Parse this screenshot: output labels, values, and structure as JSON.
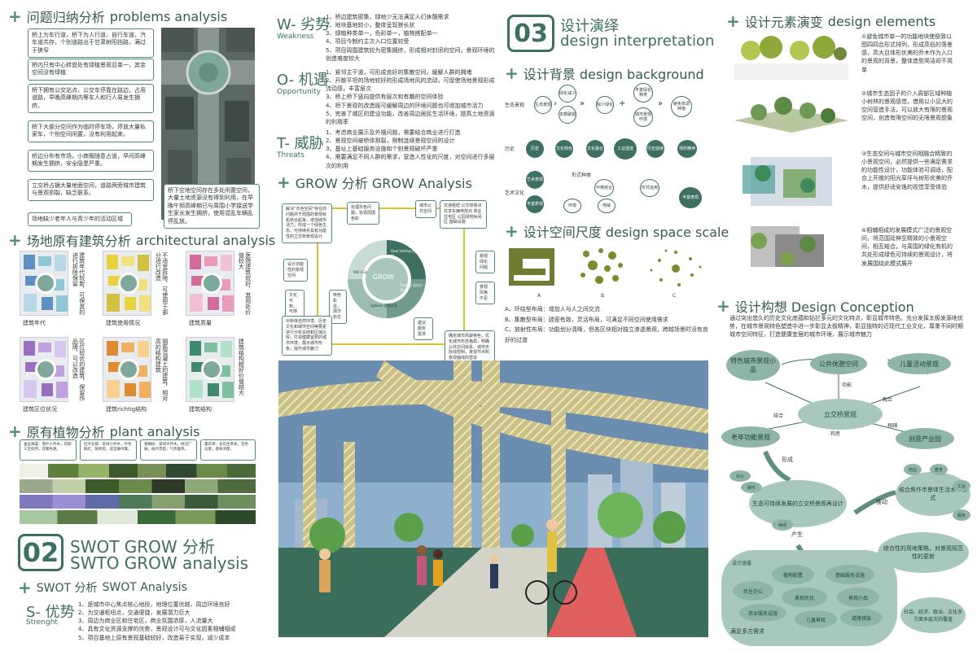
{
  "problems": {
    "title_cn": "问题归纳分析",
    "title_en": "problems analysis",
    "notes": [
      "桥上为车行道，桥下为人行道、自行车道，汽车道共存，个别道路出于甘肃树阳挡路，满过于狭窄",
      "桥内只有中心转盘处有绿植景观且单一，其余空间没有绿植",
      "桥下拥有公交站点，公交车停靠在路边，占用道路，早晚高峰期内等车人和行人易发生拥挤。",
      "桥下大部分空间作为临时停车场，停放大量私家车，个别空间闲置，没有利用起来。",
      "桥边分布有市场，小商贩随意占道，早间高峰期发生拥挤，安全隐患严重。",
      "立交桥占据大量地面空间，道路两旁城市建筑与景观割裂，缺乏联系。",
      "场地缺少老年人与青少年的活动区域",
      "桥下空地空间存在多处闲置空间，大量土地资源没有得到利用，在早晚午频高峰期已与周围小学接送学生家长发生拥挤，使用混乱车辆乱停乱放。"
    ]
  },
  "architecture": {
    "title_cn": "场地原有建筑分析",
    "title_en": "architectural analysis",
    "maps": [
      {
        "caption": "建筑年代",
        "side": "建筑年代较新，可保其的进行拆除保留"
      },
      {
        "caption": "建筑使用情况",
        "side": "不适宜拆除，可使用于部分进行改造"
      },
      {
        "caption": "建筑质量",
        "side": "医院建筑较好，其用处价值较大"
      },
      {
        "caption": "建筑区位状况",
        "side": "区位较优的建筑，保留作品牌，可以改造"
      },
      {
        "caption": "建筑richtig结构",
        "side": "钢筋混凝土的建筑，相对高的结构建筑"
      },
      {
        "caption": "建筑结构",
        "side": "建筑结构越好价值越大"
      }
    ]
  },
  "plant": {
    "title_cn": "原有植物分析",
    "title_en": "plant analysis",
    "boxes": [
      "垂丝海棠：落叶小乔木，花期三至四月，花繁色艳。",
      "红叶石楠：常绿小乔木，叶色鲜红，耐修剪，适宜做绿篱。",
      "香樟树：常绿大乔木，树冠广展，枝叶茂密，气势雄伟。",
      "薰衣草：多年生草本，花色淡紫，香味浓郁。"
    ]
  },
  "swot": {
    "num": "02",
    "title_cn": "SWOT GROW 分析",
    "title_en": "SWTO GROW analysis",
    "sub_cn": "SWOT 分析",
    "sub_en": "SWOT Analysis",
    "s": {
      "cn": "S- 优势",
      "en": "Strenght",
      "items": [
        "1、是城市中心焦点核心地段，地理位置优越，周边环境良好",
        "2、为交通枢纽点，交通便捷，发展潜力巨大",
        "3、周边为商业区和住宅区，商业氛围浓厚，人流量大",
        "4、具有文化资源支撑的优势，景观设计可与文化因素相辅相成",
        "5、项目基地上原有景观基础较好，改造易于实现，减少成本"
      ]
    },
    "w": {
      "cn": "W- 劣势",
      "en": "Weakness",
      "items": [
        "1、桥边建筑密集，绿地少无法满足人们休憩需求",
        "2、地块基地较小，整体呈现狭长状",
        "3、绿植种类单一，色彩单一，植物搭配单一",
        "4、项目今制约主次入口位置较受",
        "5、项目周围建筑较为密集拥挤，形成相对封闭的空间，景观环境的创造难度较大"
      ]
    },
    "o": {
      "cn": "O- 机遇",
      "en": "Opportunity",
      "items": [
        "1、紧邻主干道，可形成良好的集散空间，缓解人群的拥堵",
        "2、开敞平坦的场地较好的形成场地风的流动，可促使场地景观形成流动感，丰富层次",
        "3、桥上桥下竖向提供有层次和有趣的空间体验",
        "4、桥下景观的改造既可缓解周边的环境问题也可增加城市活力",
        "5、完善了城区的建设功能，改善周边居民生活环境，提高土地资源的利用率"
      ]
    },
    "t": {
      "cn": "T- 威胁",
      "en": "Threats",
      "items": [
        "1、考虑商业展示及外摆问题，需要结合商业进行打造",
        "2、景观空间被桥体割裂，限制连续景观空间的设计",
        "3、基址上基础服务设施和个别景观破坏严重",
        "4、需要满足不同人群的需求，营造人性化的尺度，对空间进行多层次的利用"
      ]
    }
  },
  "grow": {
    "title": "GROW 分析 GROW Analysis",
    "center": "GROW",
    "steps": [
      "Goal Setting 目标设定",
      "Reality 现实分析",
      "Options 选项方案",
      "Will 行动"
    ],
    "boxes": [
      "解决“灰色空间”存在的问题并于周围的景观有机结合起来，增加城市活力，形成一个绿色生态、可持续并具有功能性的立交桥景观设计",
      "处理灰色问题，协调周围色彩",
      "城市公共空间",
      "交通枢纽 公交停靠点 共享车辆停放点 商业住宅区 公园绿地休闲区 基础设施",
      "景观绿化问题",
      "景观风格不足",
      "建议服务需求",
      "确定城市风貌特色，优化城市形态格局，明确公共空间体系，城市天际线控制，景观节点和景观轴线的营造",
      "设计功能性的景观空间",
      "文化可知，可感",
      "特色彰显，城市标志",
      "对桥体自然环境、历史文化和城市空间等要素进行分析总结和区域比较，打造健康宜居的城市环境，展示城市形象，提升城市魅力"
    ]
  },
  "design": {
    "num": "03",
    "title_cn": "设计演绎",
    "title_en": "design interpretation",
    "bg_title": "设计背景 design background",
    "rows": [
      {
        "label": "生态景观",
        "items": [
          "生态景观",
          "绿化减少",
          "多数破损",
          "缺少绿化",
          "丰富绿化种类",
          "城市景观环境",
          "避免单调种植",
          "屏蔽噪声",
          "环境生态"
        ]
      },
      {
        "label": "历史",
        "items": [
          "历史",
          "文化特色",
          "文化融合",
          "工业遗迹",
          "历史延续",
          "场所精神"
        ]
      },
      {
        "label": "艺术文化",
        "items": [
          "艺术表现",
          "形式种类",
          "中英结合",
          "形式运用",
          "丰富表现",
          "环境",
          "地域"
        ]
      }
    ],
    "scale_title": "设计空间尺度 design space scale",
    "scale_labels": [
      "A",
      "B",
      "C"
    ],
    "scale_notes": [
      "A、环绕型布局：增加人与人之间交流",
      "B、集散型布局：疏密有致，灵活布局，可满足不同空间使用需求",
      "C、放射性布局：功能划分清晰，但各区块相对独立渗透景观，跨越场景时没有良好的过渡"
    ]
  },
  "elements": {
    "title_cn": "设计元素演变",
    "title_en": "design elements",
    "items": [
      "①避免城市单一的功能地块使极致以图四四合形式排列，形成高低的落差感，高大且体形优美的乔木作为入口的景观的背景，整体造型简洁却不简单",
      "②城市生态因子的介入周部区域种植小树林的景观感觉，借用以小见大的空间营造手法，可以放大有限的景观空间，创造有限空间的无限景观想象",
      "③生态空间与城市空间相融合精致的小景观空间，必然提供一些满足需求的功能性设计，功能体验可调适，配合上开敞的阳光草坪与树形优美的乔木，提供舒适安逸的视觉享受体验",
      "④相辅相成的发展模式广泛的景观空间，将范围延伸至精致的小景观空间，相互结合，与周围的绿化有机的共处形成绿色可持续的景观设计，将发展围绕此模式展开"
    ]
  },
  "conception": {
    "title": "设计构想 Design Conception",
    "intro": "通过突出悠久的历史文化底蕴和钻拦多元的文化特点，彰显城市特色。充分发挥太极发源地优势，在城市景观特色塑造中进一步彰显太极精神，彰显独特的近现代工业文化，尊重不同时期城市空间特征，打造健康宜居的城市环境，展示城市魅力",
    "center": "立交桥景观",
    "nodes": [
      "公共休憩空间",
      "儿童活动景观",
      "创意产业园",
      "老年功能景观",
      "特色城市景观小品"
    ],
    "link_words": [
      "功能",
      "融合",
      "构思",
      "相辅",
      "结合"
    ],
    "labels": [
      "形成",
      "推动",
      "产生"
    ],
    "mid_left": "生态可持续发展的立交桥景观再设计",
    "mid_right": "结合焦作市景体生活水平模式",
    "bottom_left": "满足多方需求",
    "bottom_right": "综合性的用地策略，对景观规范性的更新",
    "bottom_far": "社会、经济、政治、文化多方面多层次的覆盖",
    "small": [
      "设计涵盖",
      "植物配置",
      "基础服务设施",
      "民住办公",
      "景观优化",
      "景观小品",
      "商业服务设施",
      "儿童景观",
      "道路铺装",
      "办公",
      "娱乐",
      "休闲",
      "商业",
      "教育",
      "工业",
      "服务"
    ]
  }
}
